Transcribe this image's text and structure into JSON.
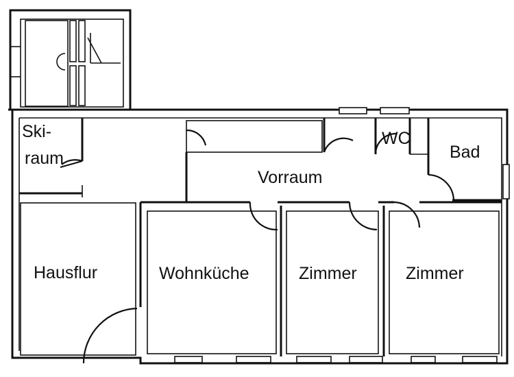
{
  "rooms": {
    "skiraum_line1": "Ski-",
    "skiraum_line2": "raum",
    "wc": "WC",
    "bad": "Bad",
    "vorraum": "Vorraum",
    "hausflur": "Hausflur",
    "wohnkueche": "Wohnküche",
    "zimmer_1": "Zimmer",
    "zimmer_2": "Zimmer"
  }
}
